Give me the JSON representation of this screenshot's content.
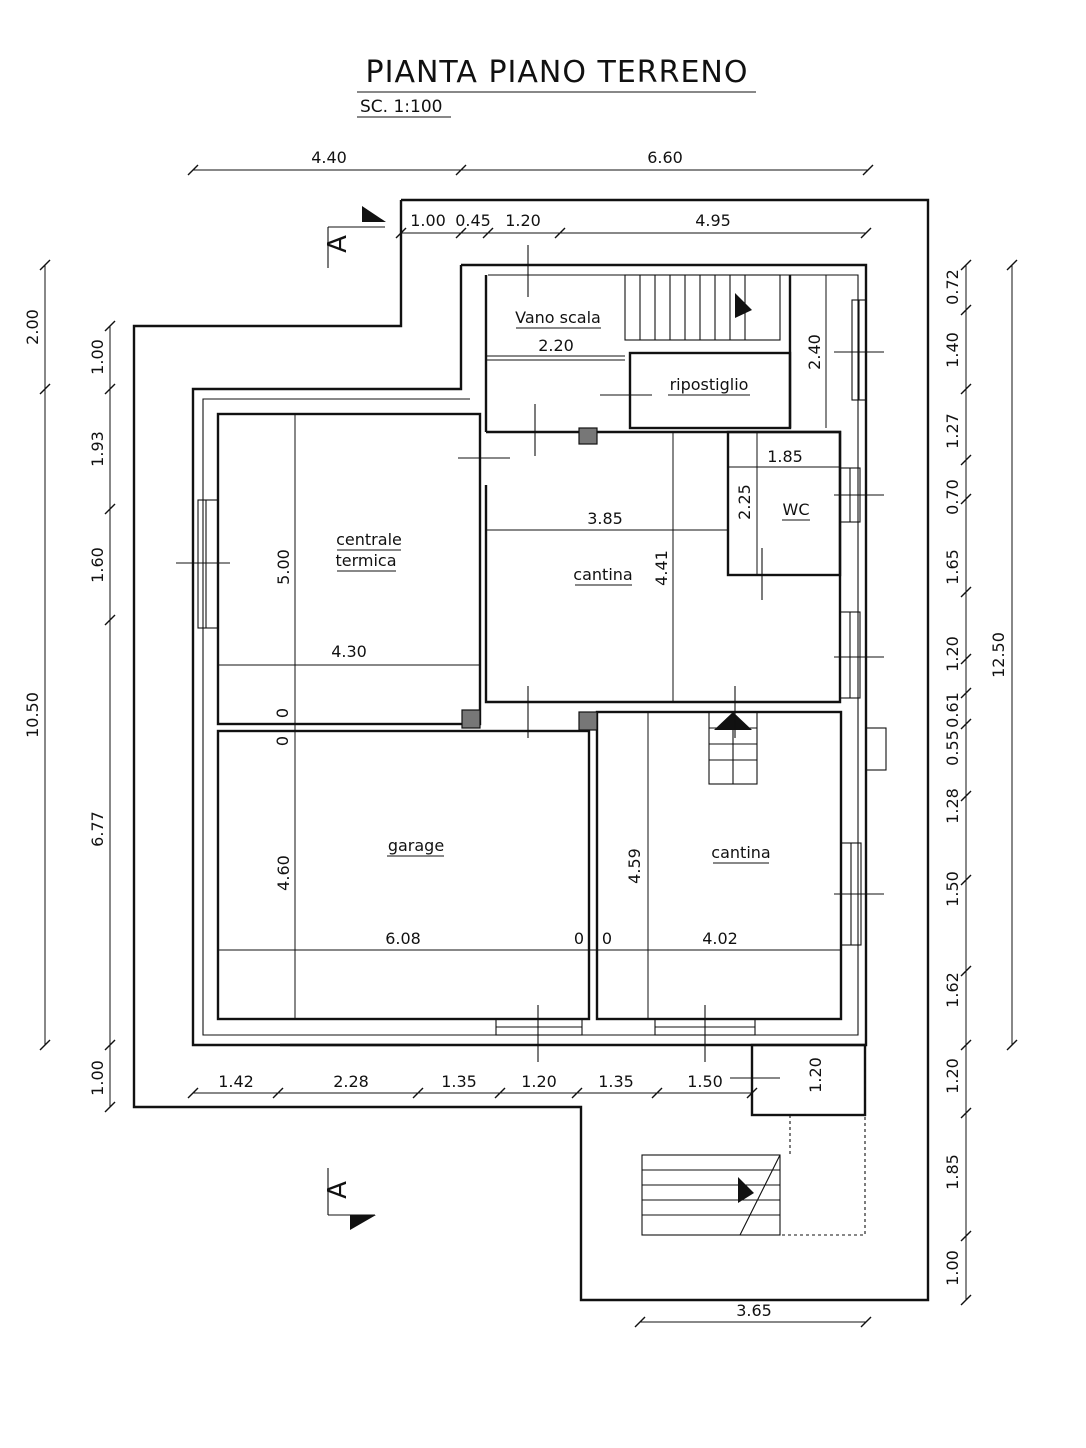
{
  "title": "PIANTA PIANO TERRENO",
  "scale": "SC. 1:100",
  "section_marker": "A",
  "rooms": {
    "vano_scala": "Vano scala",
    "ripostiglio": "ripostiglio",
    "wc": "WC",
    "centrale_termica_1": "centrale",
    "centrale_termica_2": "termica",
    "cantina_upper": "cantina",
    "garage": "garage",
    "cantina_lower": "cantina"
  },
  "dims": {
    "top_4_40": "4.40",
    "top_6_60": "6.60",
    "top_1_00": "1.00",
    "top_0_45": "0.45",
    "top_1_20": "1.20",
    "top_4_95": "4.95",
    "vano_2_20": "2.20",
    "rip_2_40": "2.40",
    "wc_1_85": "1.85",
    "wc_2_25": "2.25",
    "cantina_3_85": "3.85",
    "cantina_4_41": "4.41",
    "ct_5_00": "5.00",
    "ct_4_30": "4.30",
    "ct_0": "0",
    "garage_0a": "0",
    "garage_4_60": "4.60",
    "garage_6_08": "6.08",
    "garage_0b": "0",
    "cantina2_0": "0",
    "cantina2_4_59": "4.59",
    "cantina2_4_02": "4.02",
    "bot_1_42": "1.42",
    "bot_2_28": "2.28",
    "bot_1_35a": "1.35",
    "bot_1_20": "1.20",
    "bot_1_35b": "1.35",
    "bot_1_50": "1.50",
    "porch_1_20": "1.20",
    "bottom_3_65": "3.65",
    "left_2_00": "2.00",
    "left_10_50": "10.50",
    "left_1_00a": "1.00",
    "left_1_93": "1.93",
    "left_1_60": "1.60",
    "left_6_77": "6.77",
    "left_1_00b": "1.00",
    "right_0_72": "0.72",
    "right_1_40": "1.40",
    "right_1_27": "1.27",
    "right_0_70": "0.70",
    "right_1_65": "1.65",
    "right_1_20a": "1.20",
    "right_0_61": "0.61",
    "right_0_55": "0.55",
    "right_1_28": "1.28",
    "right_1_50": "1.50",
    "right_1_62": "1.62",
    "right_1_20b": "1.20",
    "right_1_85": "1.85",
    "right_1_00": "1.00",
    "right_12_50": "12.50"
  }
}
